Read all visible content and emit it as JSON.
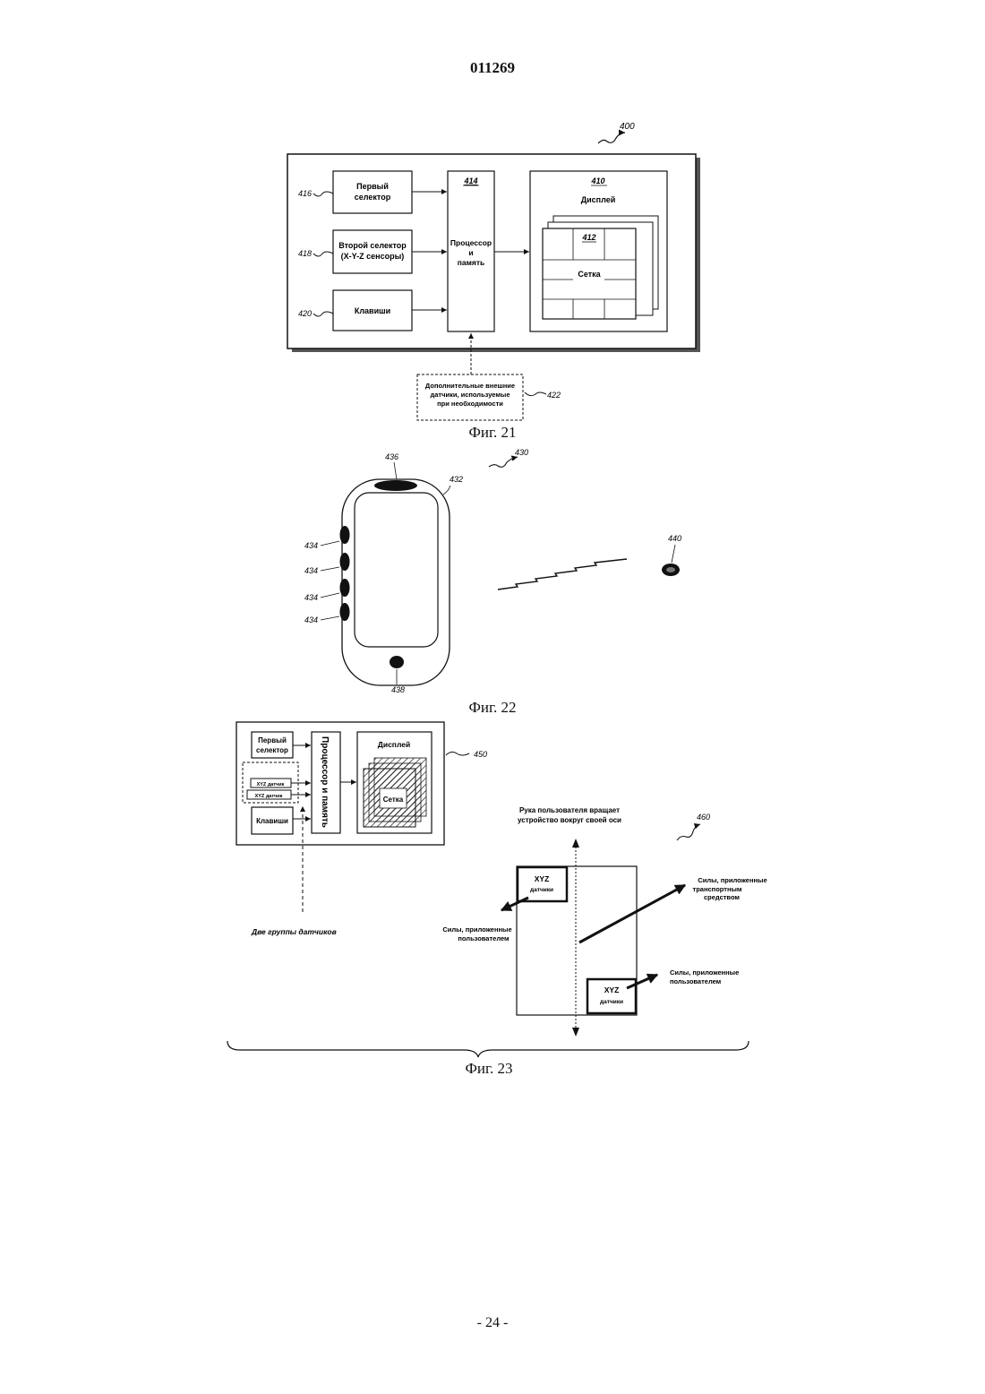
{
  "header": {
    "doc_number": "011269"
  },
  "footer": {
    "page_number": "- 24 -"
  },
  "fig21": {
    "caption": "Фиг. 21",
    "ref_system": "400",
    "first_selector": {
      "ref": "416",
      "line1": "Первый",
      "line2": "селектор"
    },
    "second_selector": {
      "ref": "418",
      "line1": "Второй селектор",
      "line2": "(X-Y-Z сенсоры)"
    },
    "keys": {
      "ref": "420",
      "label": "Клавиши"
    },
    "processor": {
      "ref": "414",
      "line1": "Процессор",
      "line2": "и",
      "line3": "память"
    },
    "display": {
      "ref": "410",
      "label": "Дисплей"
    },
    "grid": {
      "ref": "412",
      "label": "Сетка"
    },
    "external_sensors": {
      "ref": "422",
      "line1": "Дополнительные внешние",
      "line2": "датчики, используемые",
      "line3": "при необходимости"
    }
  },
  "fig22": {
    "caption": "Фиг. 22",
    "ref_device": "430",
    "ref_body": "432",
    "ref_side_button": "434",
    "ref_top_button": "436",
    "ref_bottom_button": "438",
    "ref_remote": "440"
  },
  "fig23": {
    "caption": "Фиг. 23",
    "ref_system": "450",
    "ref_diagram": "460",
    "first_selector": {
      "line1": "Первый",
      "line2": "селектор"
    },
    "xyz_sensor_1": "XYZ датчик",
    "xyz_sensor_2": "XYZ датчик",
    "keys": "Клавиши",
    "processor": "Процессор и память",
    "display": "Дисплей",
    "grid": "Сетка",
    "two_groups": "Две группы датчиков",
    "rotation": {
      "line1": "Рука пользователя вращает",
      "line2": "устройство вокруг своей оси"
    },
    "xyz_top": {
      "line1": "XYZ",
      "line2": "датчики"
    },
    "xyz_bottom": {
      "line1": "XYZ",
      "line2": "датчики"
    },
    "force_user_left": {
      "line1": "Силы, приложенные",
      "line2": "пользователем"
    },
    "force_vehicle": {
      "line1": "Силы, приложенные",
      "line2": "транспортным",
      "line3": "средством"
    },
    "force_user_right": {
      "line1": "Силы, приложенные",
      "line2": "пользователем"
    }
  }
}
